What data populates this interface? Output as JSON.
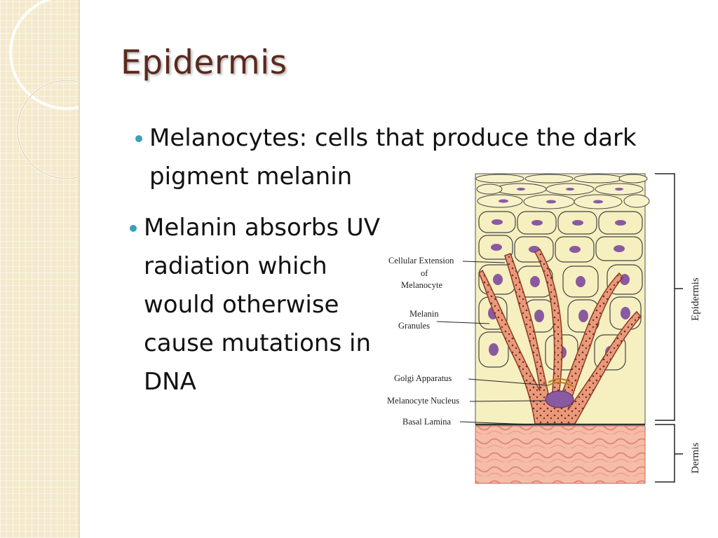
{
  "slide": {
    "title": "Epidermis",
    "bullets": [
      "Melanocytes: cells that produce the dark pigment melanin",
      "Melanin absorbs UV radiation which would otherwise cause mutations in DNA"
    ]
  },
  "diagram": {
    "labels": {
      "cellular_extension_1": "Cellular Extension",
      "cellular_extension_2": "of",
      "cellular_extension_3": "Melanocyte",
      "melanin_granules_1": "Melanin",
      "melanin_granules_2": "Granules",
      "golgi": "Golgi Apparatus",
      "nucleus": "Melanocyte Nucleus",
      "basal": "Basal Lamina"
    },
    "layers": {
      "epidermis": "Epidermis",
      "dermis": "Dermis"
    },
    "colors": {
      "cell_fill": "#f6efbf",
      "nucleus": "#8a5aa0",
      "melanocyte": "#e89a7a",
      "dermis": "#f3b49b",
      "accent": "#3aa0b8"
    }
  }
}
